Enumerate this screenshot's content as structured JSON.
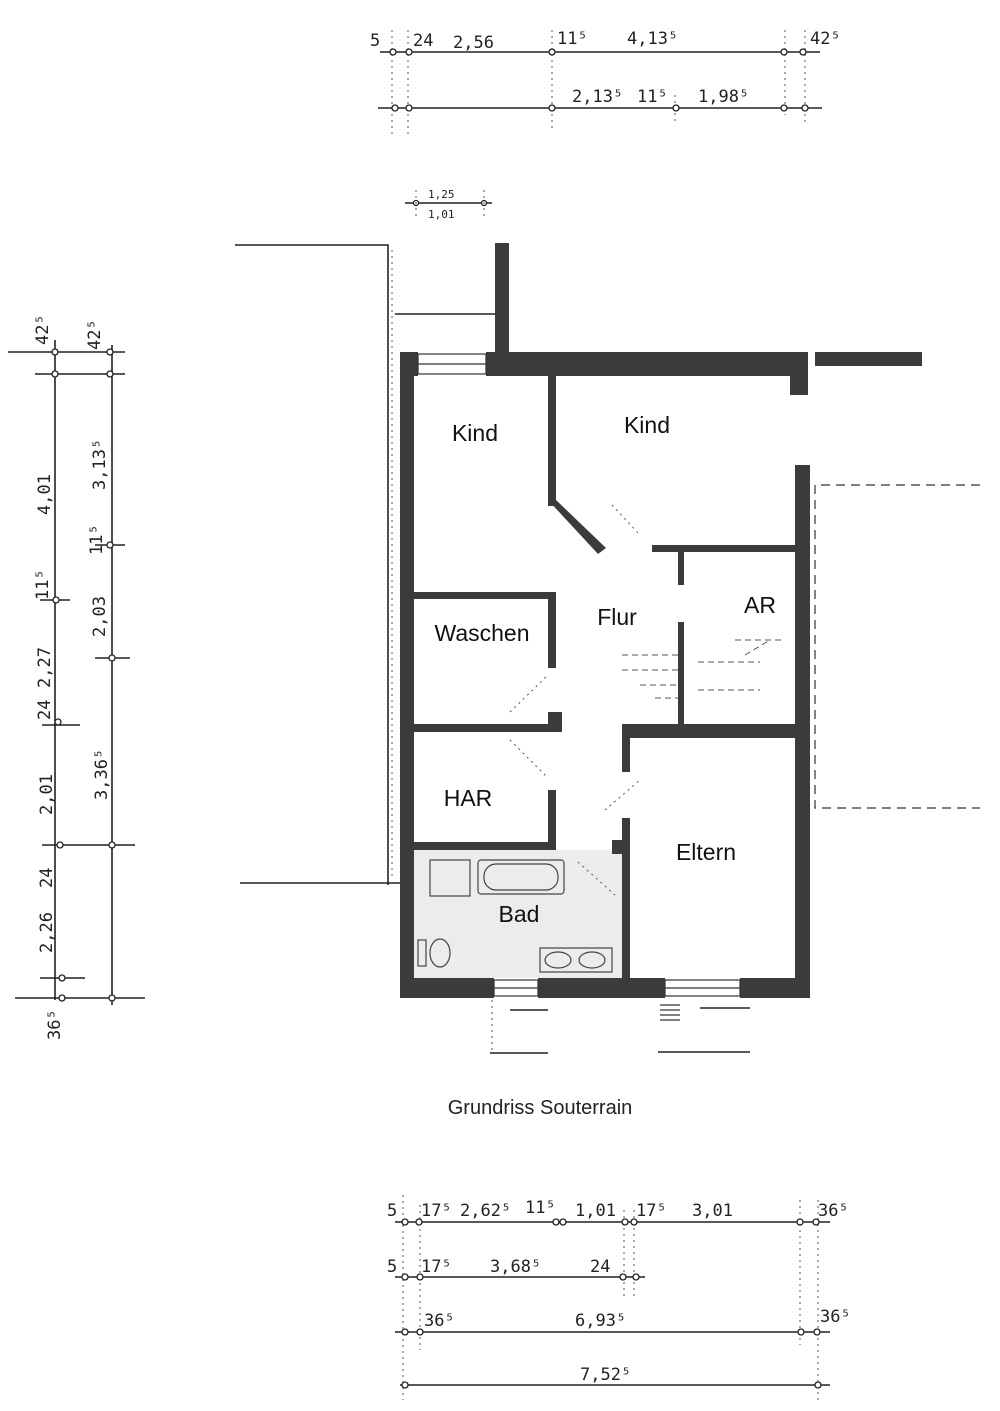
{
  "caption": "Grundriss Souterrain",
  "rooms": [
    "Kind",
    "Kind",
    "Flur",
    "AR",
    "Waschen",
    "HAR",
    "Bad",
    "Eltern"
  ],
  "top_dims": {
    "row1": [
      "5",
      "24",
      "2,56",
      "11⁵",
      "4,13⁵",
      "42⁵"
    ],
    "row2": [
      "2,13⁵",
      "11⁵",
      "1,98⁵"
    ]
  },
  "opening_dims": [
    "1,25",
    "1,01"
  ],
  "left_dims": {
    "col1": [
      "42⁵",
      "4,01",
      "11⁵",
      "2,27",
      "24",
      "2,01",
      "24",
      "2,26",
      "36⁵"
    ],
    "col2": [
      "42⁵",
      "3,13⁵",
      "11⁵",
      "2,03",
      "3,36⁵"
    ]
  },
  "bottom_dims": {
    "row1": [
      "5",
      "17⁵",
      "2,62⁵",
      "11⁵",
      "1,01",
      "17⁵",
      "3,01",
      "36⁵"
    ],
    "row2": [
      "5",
      "17⁵",
      "3,68⁵",
      "24"
    ],
    "row3": [
      "36⁵",
      "6,93⁵",
      "36⁵"
    ],
    "row4": [
      "7,52⁵"
    ]
  }
}
